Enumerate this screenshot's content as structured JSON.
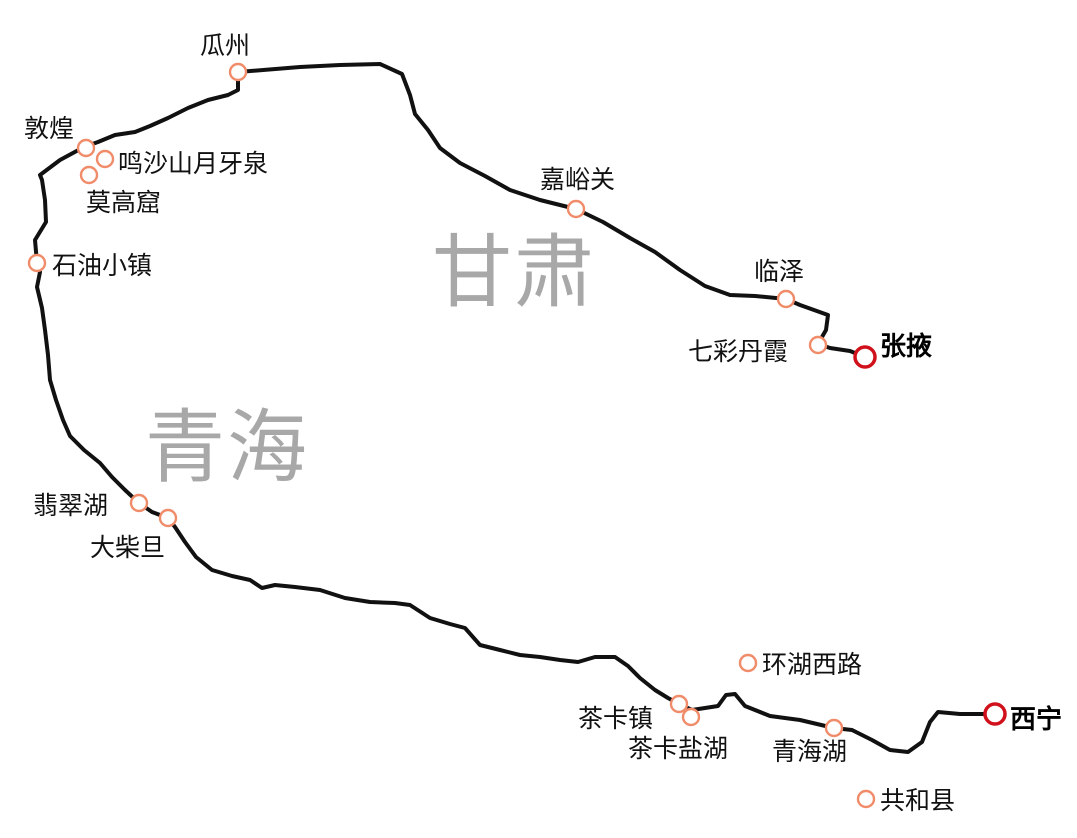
{
  "regions": {
    "gansu": "甘肃",
    "qinghai": "青海"
  },
  "major_cities": {
    "zhangye": "张掖",
    "xining": "西宁"
  },
  "stops": {
    "guazhou": "瓜州",
    "dunhuang": "敦煌",
    "mingsha": "鸣沙山月牙泉",
    "mogao": "莫高窟",
    "shiyou": "石油小镇",
    "jiayuguan": "嘉峪关",
    "linze": "临泽",
    "danxia": "七彩丹霞",
    "feicui": "翡翠湖",
    "dachaidan": "大柴旦",
    "huanhu": "环湖西路",
    "chakazhen": "茶卡镇",
    "chakayanhu": "茶卡盐湖",
    "qinghaihu": "青海湖",
    "gonghe": "共和县"
  },
  "colors": {
    "route": "#111111",
    "minor_marker": "#f08c6a",
    "major_marker": "#d0101b",
    "region_text": "#a8a8a8"
  }
}
